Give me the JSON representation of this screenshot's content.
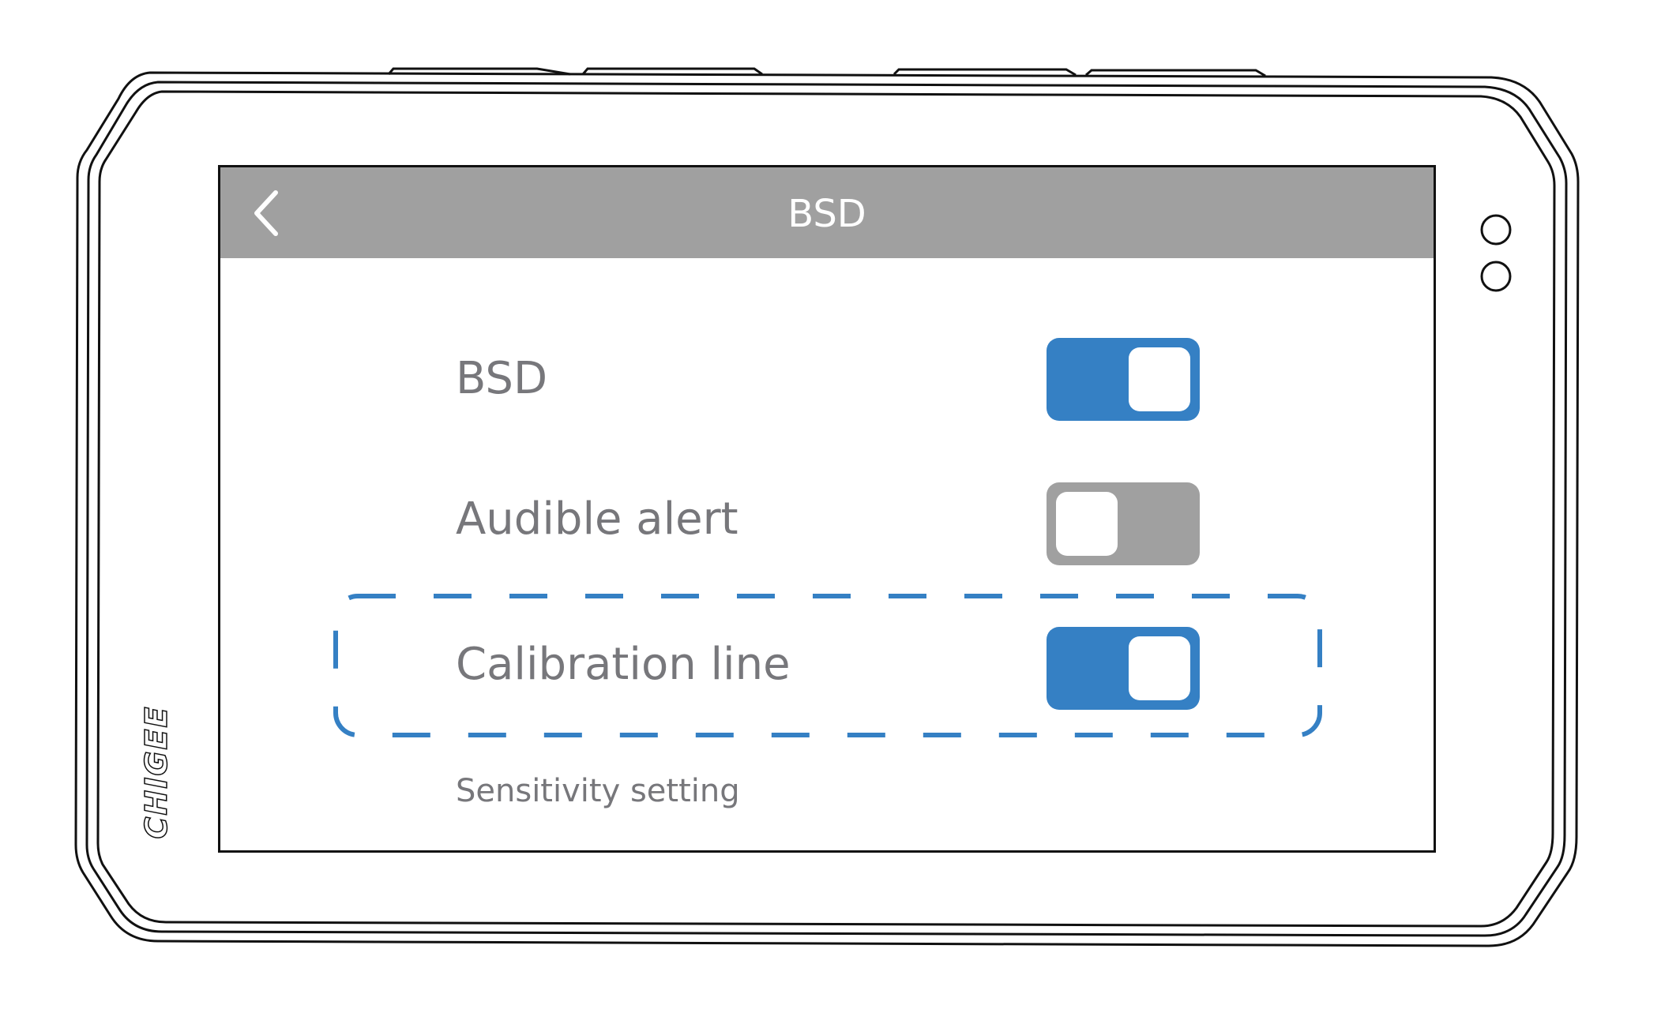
{
  "header": {
    "title": "BSD",
    "back_icon": "chevron-left-icon"
  },
  "settings": [
    {
      "label": "BSD",
      "enabled": true
    },
    {
      "label": "Audible alert",
      "enabled": false
    },
    {
      "label": "Calibration line",
      "enabled": true,
      "highlighted": true
    }
  ],
  "sensitivity_link": "Sensitivity setting",
  "brand_logo_text": "CHIGEE",
  "colors": {
    "accent": "#3580c4",
    "header": "#a0a0a0",
    "toggle_off": "#a0a0a0",
    "text": "#77777b"
  }
}
